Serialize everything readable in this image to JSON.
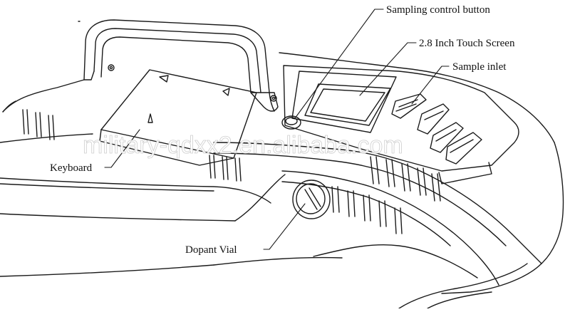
{
  "labels": {
    "sampling_control_button": "Sampling control button",
    "touch_screen": "2.8 Inch Touch Screen",
    "sample_inlet": "Sample inlet",
    "keyboard": "Keyboard",
    "dopant_vial": "Dopant Vial"
  },
  "watermark": "military-qdxx2.en.alibaba.com",
  "colors": {
    "line": "#1a1a1a",
    "background": "#ffffff"
  }
}
